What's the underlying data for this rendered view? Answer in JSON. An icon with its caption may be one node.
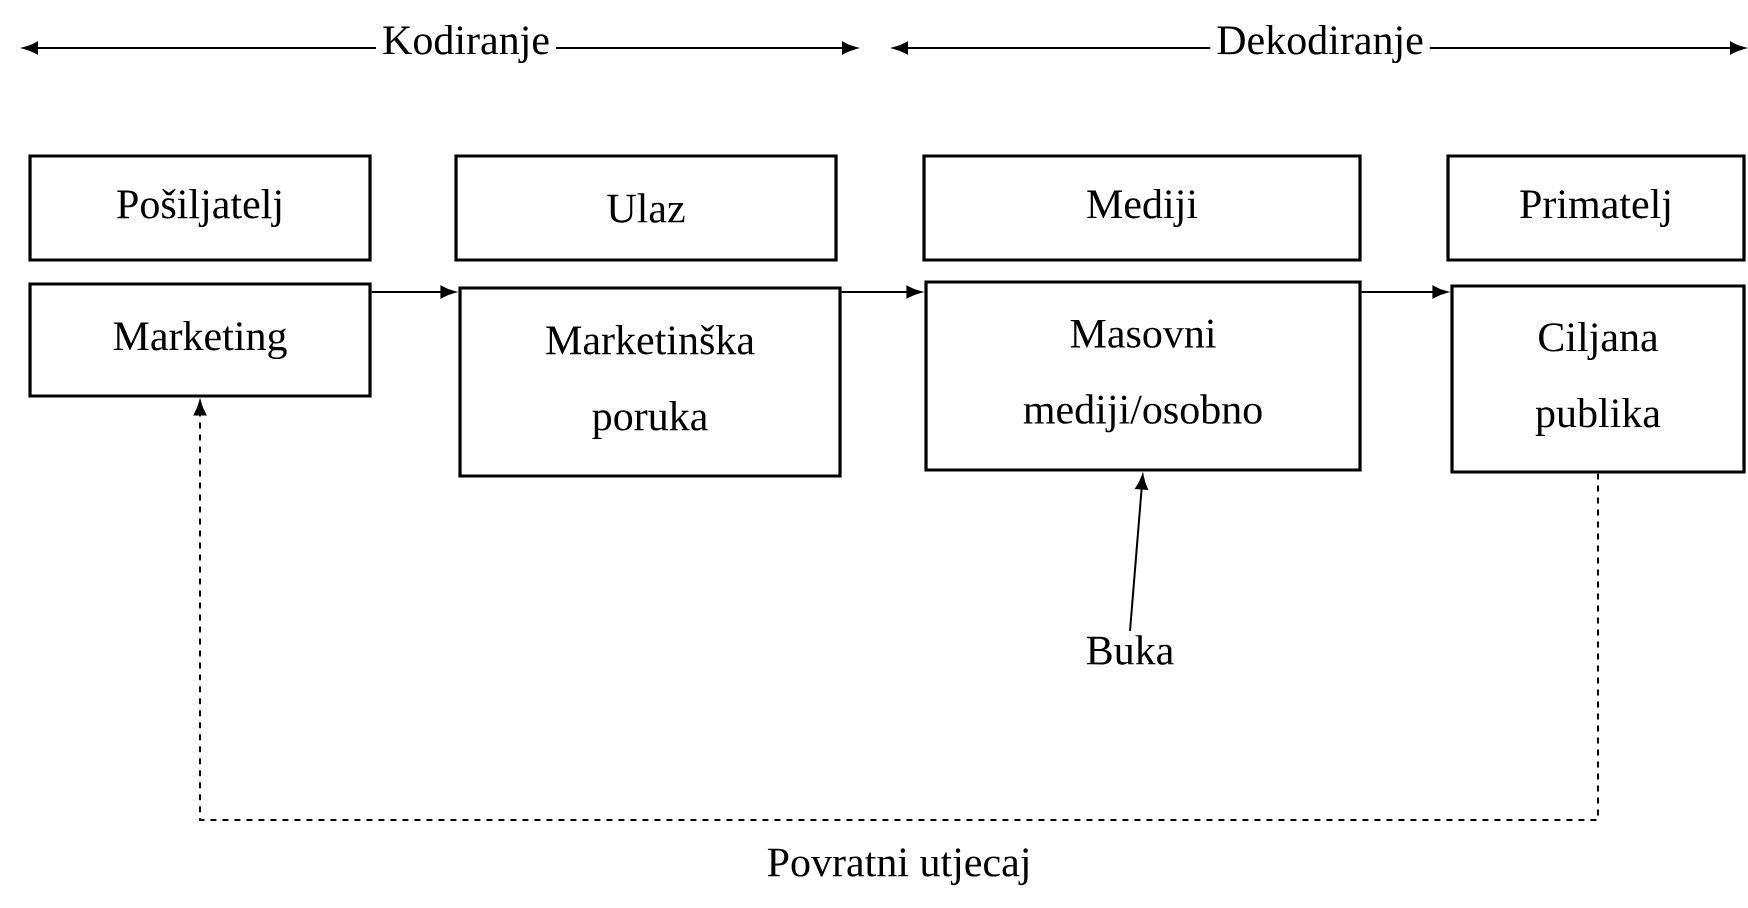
{
  "diagram": {
    "nodes": [
      {
        "text": [
          "Pošiljatelj"
        ]
      },
      {
        "text": [
          "Ulaz"
        ]
      },
      {
        "text": [
          "Mediji"
        ]
      },
      {
        "text": [
          "Primatelj"
        ]
      },
      {
        "text": [
          "Marketing"
        ]
      },
      {
        "text": [
          "Marketinška poruka"
        ]
      },
      {
        "text": [
          "Masovni mediji/osobno"
        ]
      },
      {
        "text": [
          "Ciljana publika"
        ]
      },
      {
        "text": [
          "Buka"
        ]
      }
    ],
    "edges": [
      {
        "from": 4,
        "to": 5,
        "arrow": "to"
      },
      {
        "from": 5,
        "to": 6,
        "arrow": "to"
      },
      {
        "from": 6,
        "to": 7,
        "arrow": "to"
      },
      {
        "from": 8,
        "to": 6,
        "arrow": "to"
      },
      {
        "from": 7,
        "to": 4,
        "arrow": "to",
        "style": "dashed",
        "label": "Povratni utjecaj"
      }
    ],
    "labels": [
      "Kodiranje",
      "Dekodiranje"
    ]
  }
}
